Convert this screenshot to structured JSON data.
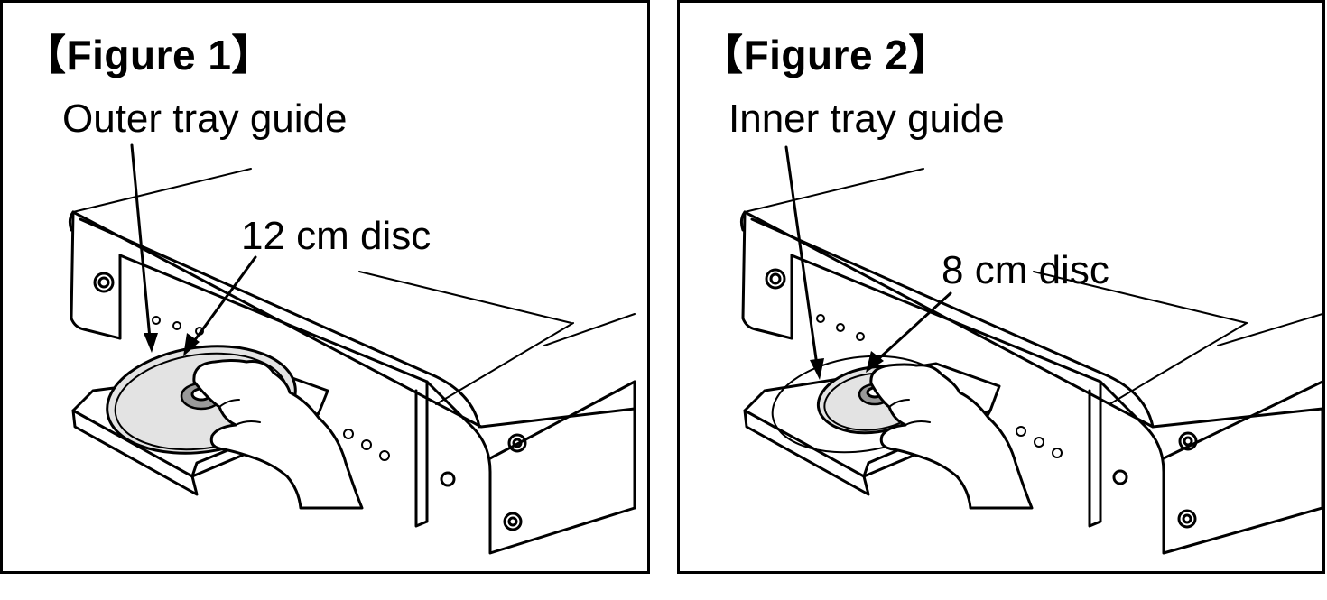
{
  "figures": [
    {
      "title": "【Figure 1】",
      "tray_guide_label": "Outer tray guide",
      "disc_label": "12 cm disc"
    },
    {
      "title": "【Figure 2】",
      "tray_guide_label": "Inner tray guide",
      "disc_label": "8 cm disc"
    }
  ]
}
